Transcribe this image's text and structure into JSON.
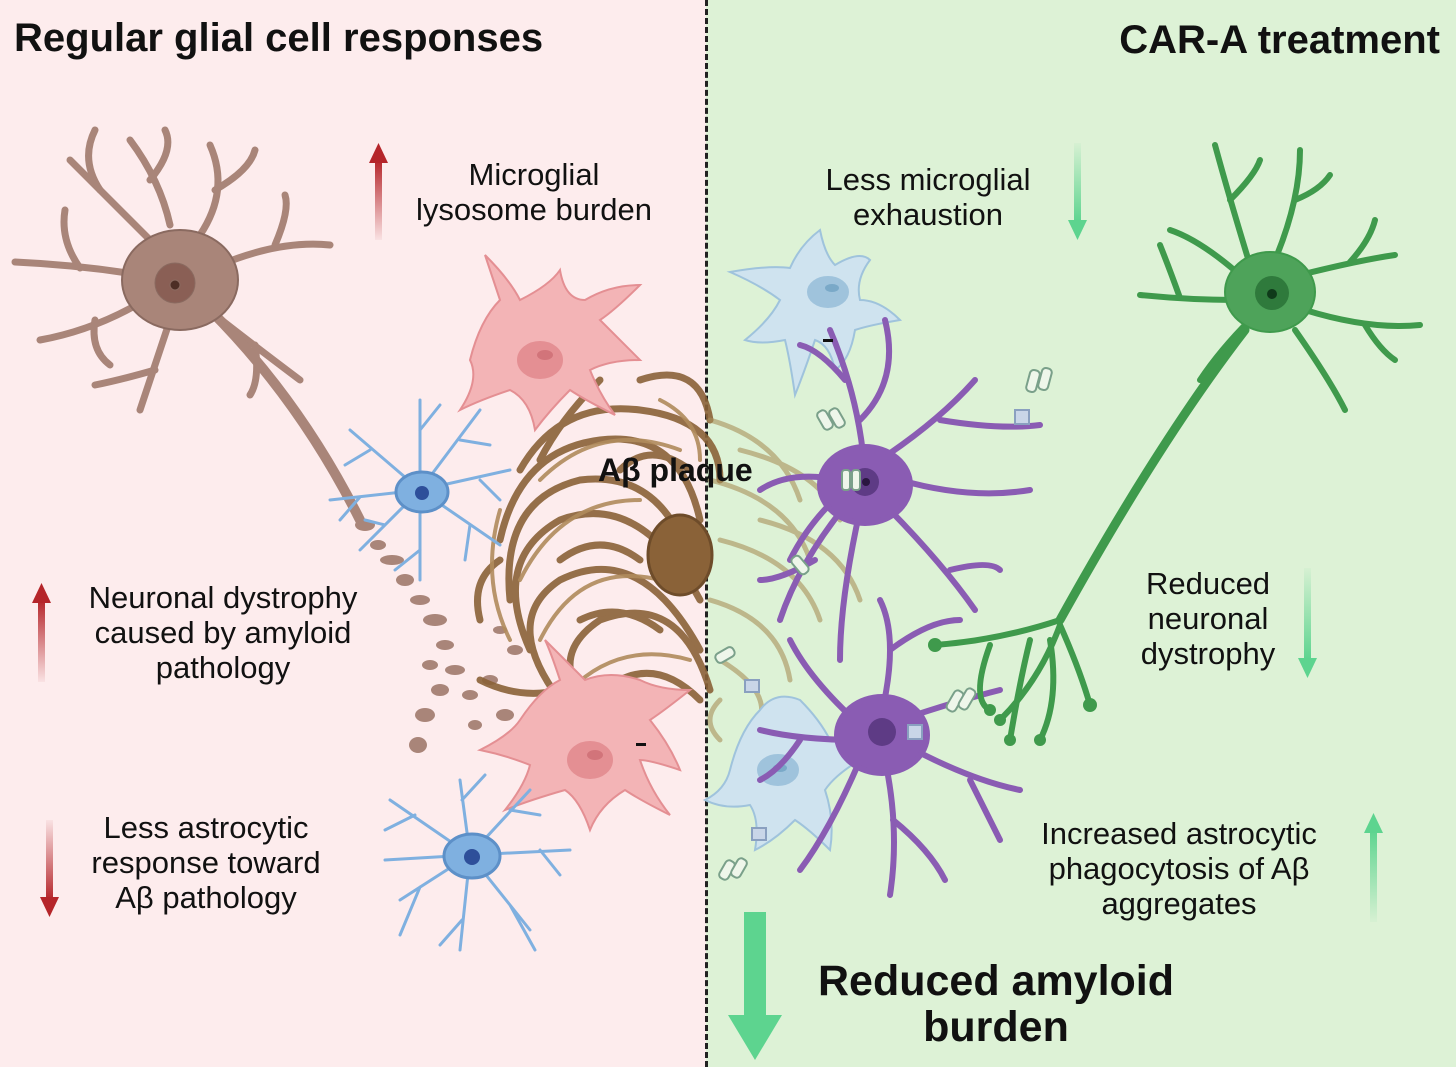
{
  "panels": {
    "left": {
      "title": "Regular glial cell responses",
      "background": "#fdeced",
      "labels": {
        "microglial": [
          "Microglial",
          "lysosome burden"
        ],
        "neuronal": [
          "Neuronal dystrophy",
          "caused by amyloid",
          "pathology"
        ],
        "astrocytic": [
          "Less astrocytic",
          "response toward",
          "Aβ pathology"
        ]
      }
    },
    "right": {
      "title": "CAR-A treatment",
      "background": "#ddf2d6",
      "labels": {
        "microglial": [
          "Less microglial",
          "exhaustion"
        ],
        "neuronal": [
          "Reduced",
          "neuronal",
          "dystrophy"
        ],
        "astrocytic": [
          "Increased astrocytic",
          "phagocytosis of Aβ",
          "aggregates"
        ],
        "outcome": [
          "Reduced amyloid",
          "burden"
        ]
      }
    }
  },
  "center": {
    "plaque_label": "Aβ plaque"
  },
  "icons": {
    "arrows": [
      "up-arrow-icon",
      "down-arrow-icon"
    ],
    "cells": [
      "neuron-icon",
      "astrocyte-icon",
      "microglia-icon",
      "car-astrocyte-icon",
      "amyloid-plaque-icon"
    ]
  },
  "colors": {
    "increase_red": "#b5252a",
    "decrease_green": "#5dd48f",
    "neuron_left": "#a98579",
    "neuron_right": "#3f9a4c",
    "astrocyte_blue": "#7fb0e0",
    "microglia_pink": "#f3b4b6",
    "car_astrocyte_purple": "#8a5cb3",
    "plaque_brown": "#8a6238"
  }
}
